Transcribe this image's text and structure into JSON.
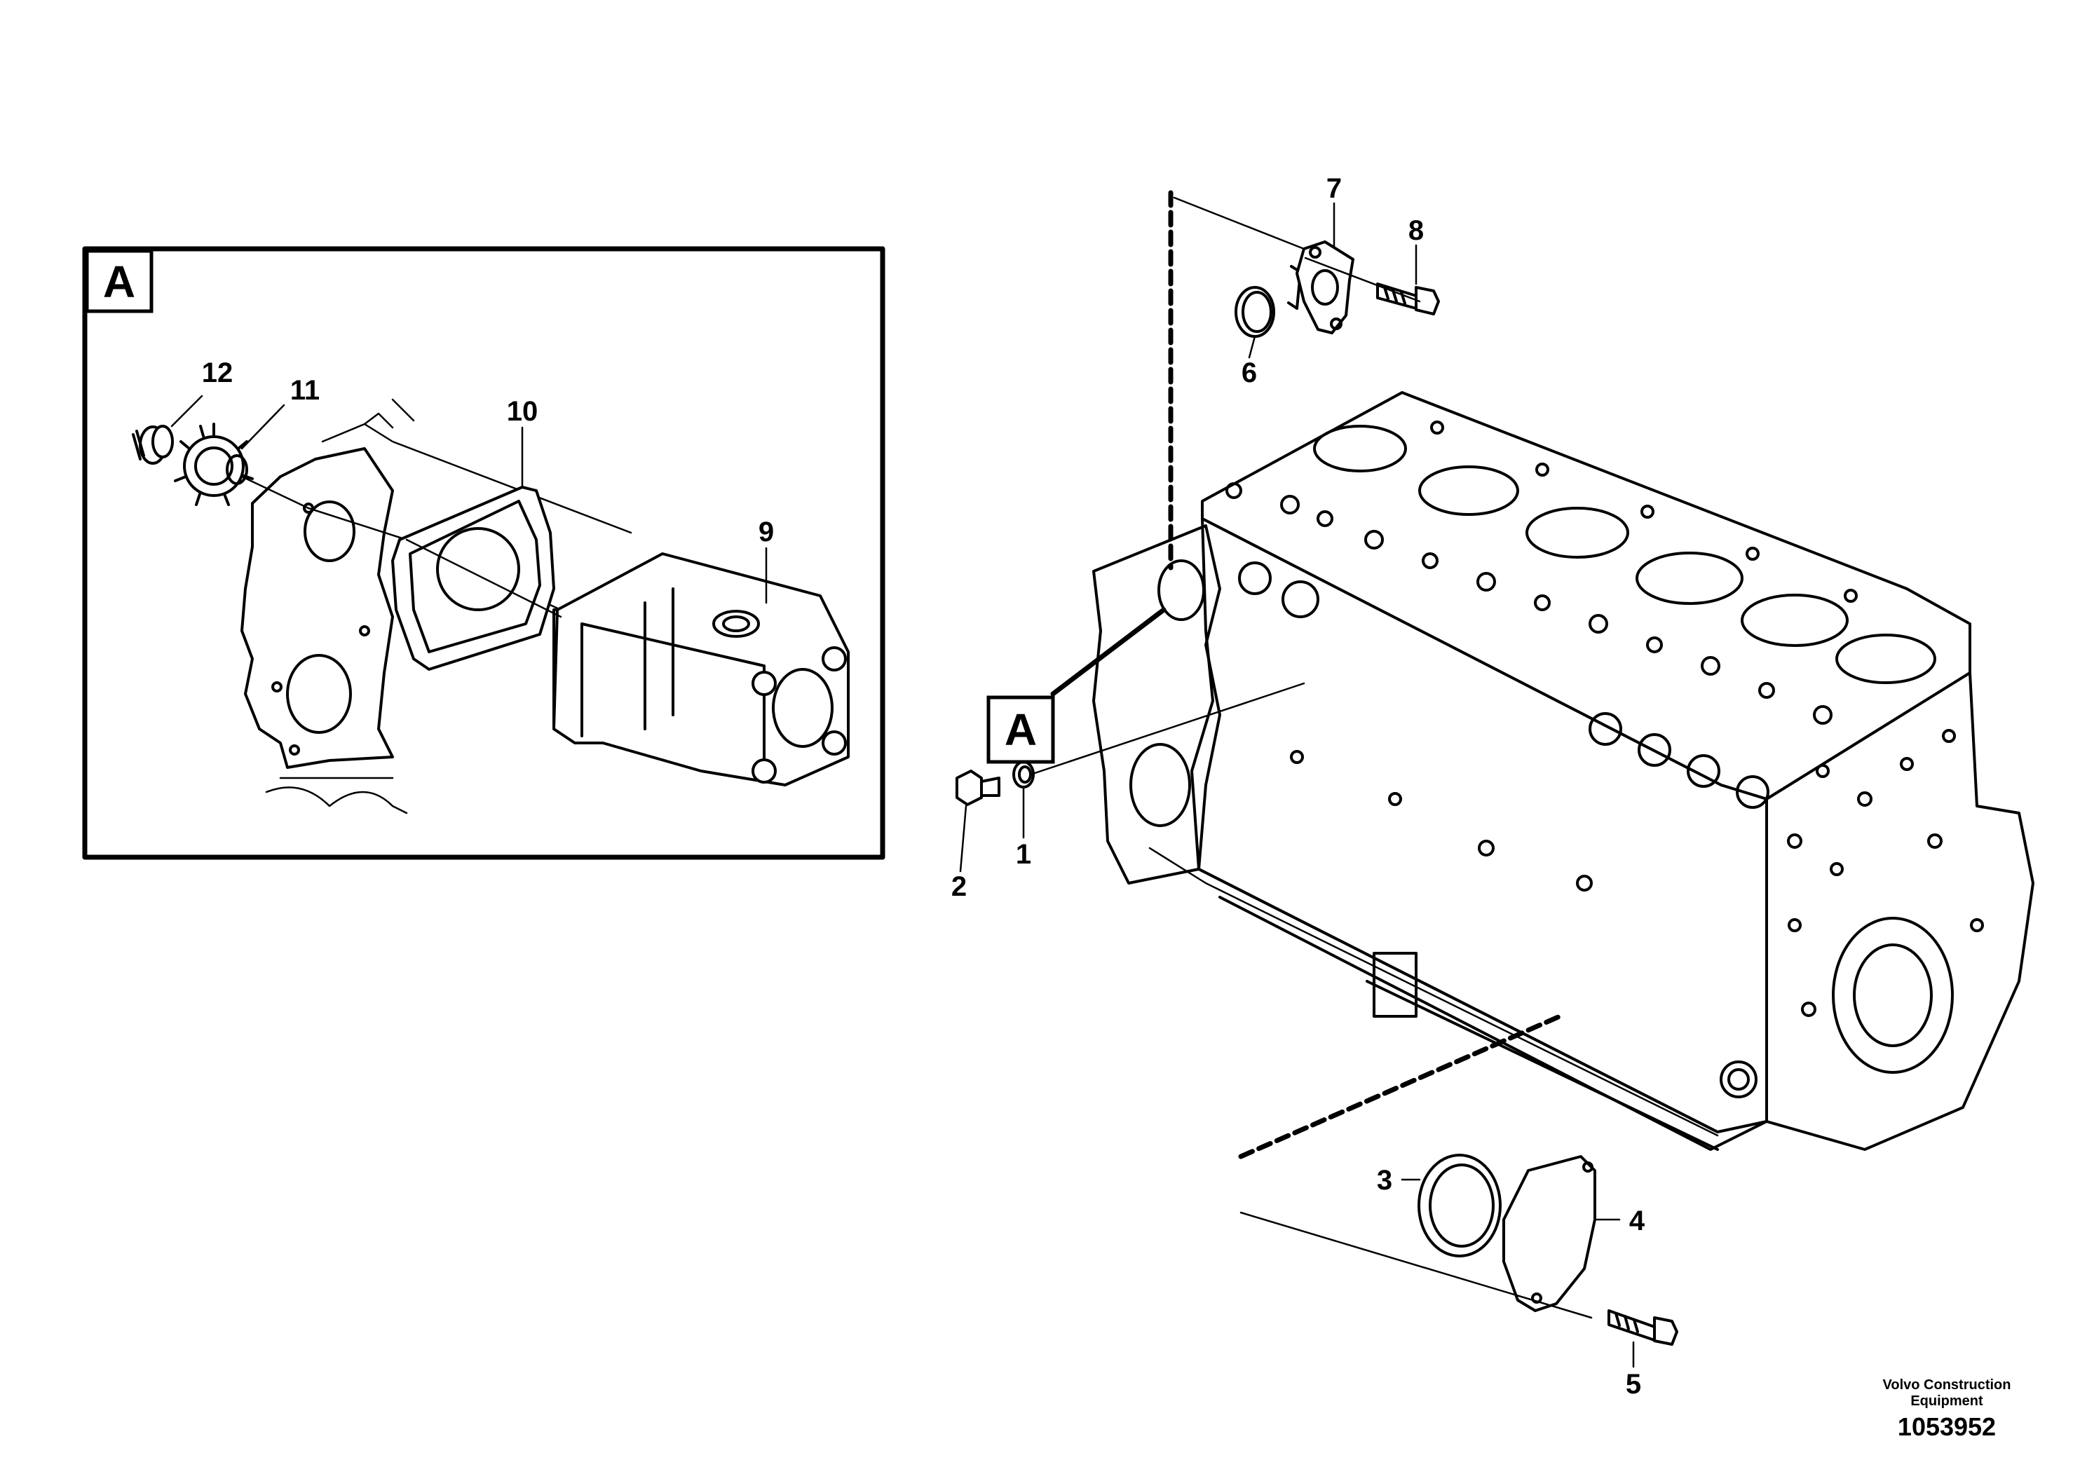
{
  "detail_view": {
    "letter": "A"
  },
  "callout_view": {
    "letter": "A"
  },
  "part_labels": {
    "p1": "1",
    "p2": "2",
    "p3": "3",
    "p4": "4",
    "p5": "5",
    "p6": "6",
    "p7": "7",
    "p8": "8",
    "p9": "9",
    "p10": "10",
    "p11": "11",
    "p12": "12"
  },
  "footer": {
    "publisher_line1": "Volvo Construction",
    "publisher_line2": "Equipment",
    "drawing_number": "1053952"
  }
}
